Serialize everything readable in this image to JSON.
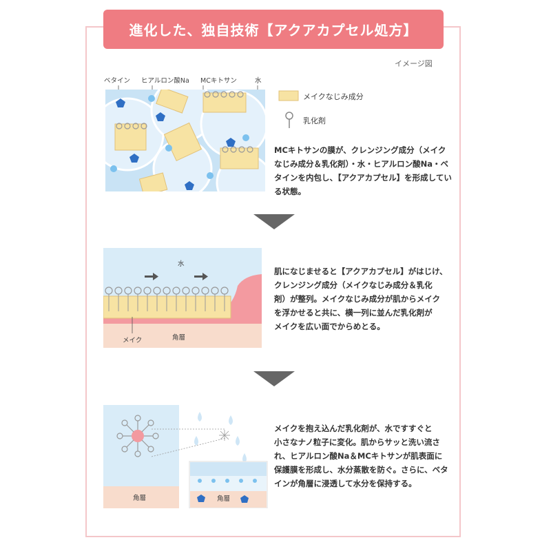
{
  "title": "進化した、独自技術【アクアカプセル処方】",
  "image_note": "イメージ図",
  "step1": {
    "labels": {
      "betaine": "ベタイン",
      "hyaluronic": "ヒアルロン酸Na",
      "mc_chitosan": "MCキトサン",
      "water": "水"
    },
    "legend": {
      "makeup_component": "メイクなじみ成分",
      "emulsifier": "乳化剤"
    },
    "desc_lines": [
      "MCキトサンの膜が、クレンジング成分（メイク",
      "なじみ成分＆乳化剤）・水・ヒアルロン酸Na・ベ",
      "タインを内包し、【アクアカプセル】を形成してい",
      "る状態。"
    ]
  },
  "step2": {
    "labels": {
      "water": "水",
      "makeup": "メイク",
      "stratum": "角層"
    },
    "desc_lines": [
      "肌になじませると【アクアカプセル】がはじけ、",
      "クレンジング成分（メイクなじみ成分＆乳化",
      "剤）が整列。メイクなじみ成分が肌からメイク",
      "を浮かせると共に、横一列に並んだ乳化剤が",
      "メイクを広い面でからめとる。"
    ]
  },
  "step3": {
    "labels": {
      "stratum_left": "角層",
      "stratum_right": "角層"
    },
    "desc_lines": [
      "メイクを抱え込んだ乳化剤が、水ですすぐと",
      "小さなナノ粒子に変化。肌からサッと洗い流さ",
      "れ、ヒアルロン酸Na＆MCキトサンが肌表面に",
      "保護膜を形成し、水分蒸散を防ぐ。さらに、ベタ",
      "インが角層に浸透して水分を保持する。"
    ]
  },
  "colors": {
    "accent": "#ef7c82",
    "frame": "#f4c6c9",
    "water_blue": "#c9e3f5",
    "makeup_yellow": "#f7e3a3",
    "skin_pink": "#f39aa0",
    "arrow_gray": "#666666"
  }
}
